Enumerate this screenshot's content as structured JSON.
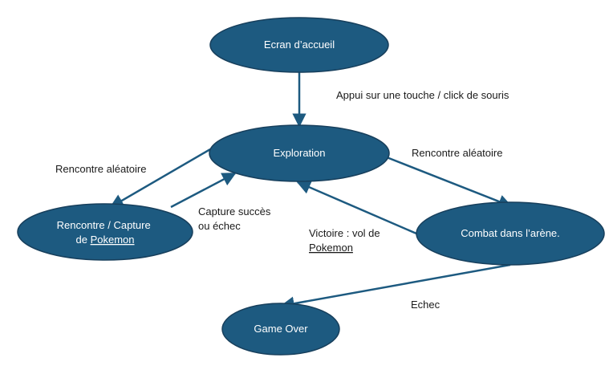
{
  "colors": {
    "node_fill": "#1d5a80",
    "node_stroke": "#173f5c",
    "edge": "#1d5a80",
    "label_text": "#1a1a1a",
    "node_text": "#ffffff"
  },
  "nodes": {
    "accueil": {
      "label": "Ecran d’accueil"
    },
    "exploration": {
      "label": "Exploration"
    },
    "capture": {
      "line1": "Rencontre / Capture",
      "line2_prefix": "de ",
      "line2_word": "Pokemon"
    },
    "combat": {
      "label": "Combat dans l’arène."
    },
    "gameover": {
      "label": "Game Over"
    }
  },
  "edges": {
    "accueil_to_exploration": {
      "label": "Appui sur une touche / click de souris"
    },
    "exploration_to_capture": {
      "label": "Rencontre aléatoire"
    },
    "capture_to_exploration": {
      "line1": "Capture succès",
      "line2": "ou échec"
    },
    "exploration_to_combat": {
      "label": "Rencontre aléatoire"
    },
    "combat_to_exploration": {
      "line1": "Victoire : vol de",
      "line2": "Pokemon"
    },
    "combat_to_gameover": {
      "label": "Echec"
    }
  }
}
